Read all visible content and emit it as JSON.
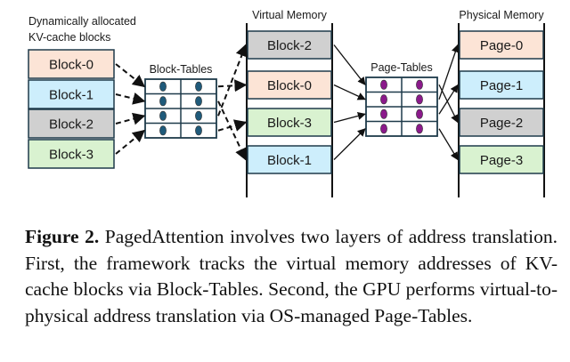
{
  "diagram": {
    "kv_cache_title_line1": "Dynamically allocated",
    "kv_cache_title_line2": "KV-cache blocks",
    "kv_cache_blocks": [
      {
        "label": "Block-0",
        "color": "#fce4d6"
      },
      {
        "label": "Block-1",
        "color": "#cdeefc"
      },
      {
        "label": "Block-2",
        "color": "#d0d0d0"
      },
      {
        "label": "Block-3",
        "color": "#d9f2d0"
      }
    ],
    "block_tables": {
      "title": "Block-Tables",
      "rows": 4,
      "cols": 2,
      "dot_color": "#1f5a7a"
    },
    "virtual_memory": {
      "title": "Virtual Memory",
      "blocks": [
        {
          "label": "Block-2",
          "color": "#d0d0d0"
        },
        {
          "label": "Block-0",
          "color": "#fce4d6"
        },
        {
          "label": "Block-3",
          "color": "#d9f2d0"
        },
        {
          "label": "Block-1",
          "color": "#cdeefc"
        }
      ]
    },
    "page_tables": {
      "title": "Page-Tables",
      "rows": 4,
      "cols": 2,
      "dot_color": "#8b1a8b"
    },
    "physical_memory": {
      "title": "Physical Memory",
      "pages": [
        {
          "label": "Page-0",
          "color": "#fce4d6"
        },
        {
          "label": "Page-1",
          "color": "#cdeefc"
        },
        {
          "label": "Page-2",
          "color": "#d0d0d0"
        },
        {
          "label": "Page-3",
          "color": "#d9f2d0"
        }
      ]
    },
    "edges": {
      "kv_to_block_table": [
        {
          "from": "Block-0",
          "to_row": 0
        },
        {
          "from": "Block-1",
          "to_row": 1
        },
        {
          "from": "Block-2",
          "to_row": 2
        },
        {
          "from": "Block-3",
          "to_row": 3
        }
      ],
      "block_table_to_virtual": [
        {
          "from_row": 0,
          "to": "Block-0"
        },
        {
          "from_row": 1,
          "to": "Block-1"
        },
        {
          "from_row": 2,
          "to": "Block-2"
        },
        {
          "from_row": 3,
          "to": "Block-3"
        }
      ],
      "virtual_to_page_table": [
        {
          "from": "Block-2",
          "to_row": 0
        },
        {
          "from": "Block-0",
          "to_row": 1
        },
        {
          "from": "Block-3",
          "to_row": 2
        },
        {
          "from": "Block-1",
          "to_row": 3
        }
      ],
      "page_table_to_physical": [
        {
          "from_row": 0,
          "to": "Page-2"
        },
        {
          "from_row": 1,
          "to": "Page-0"
        },
        {
          "from_row": 2,
          "to": "Page-1"
        },
        {
          "from_row": 3,
          "to": "Page-3"
        }
      ]
    },
    "stroke_color": "#1e3a4a"
  },
  "caption": {
    "label": "Figure 2.",
    "text": " PagedAttention involves two layers of address translation. First, the framework tracks the virtual memory addresses of KV-cache blocks via Block-Tables. Second, the GPU performs virtual-to-physical address translation via OS-managed Page-Tables."
  }
}
